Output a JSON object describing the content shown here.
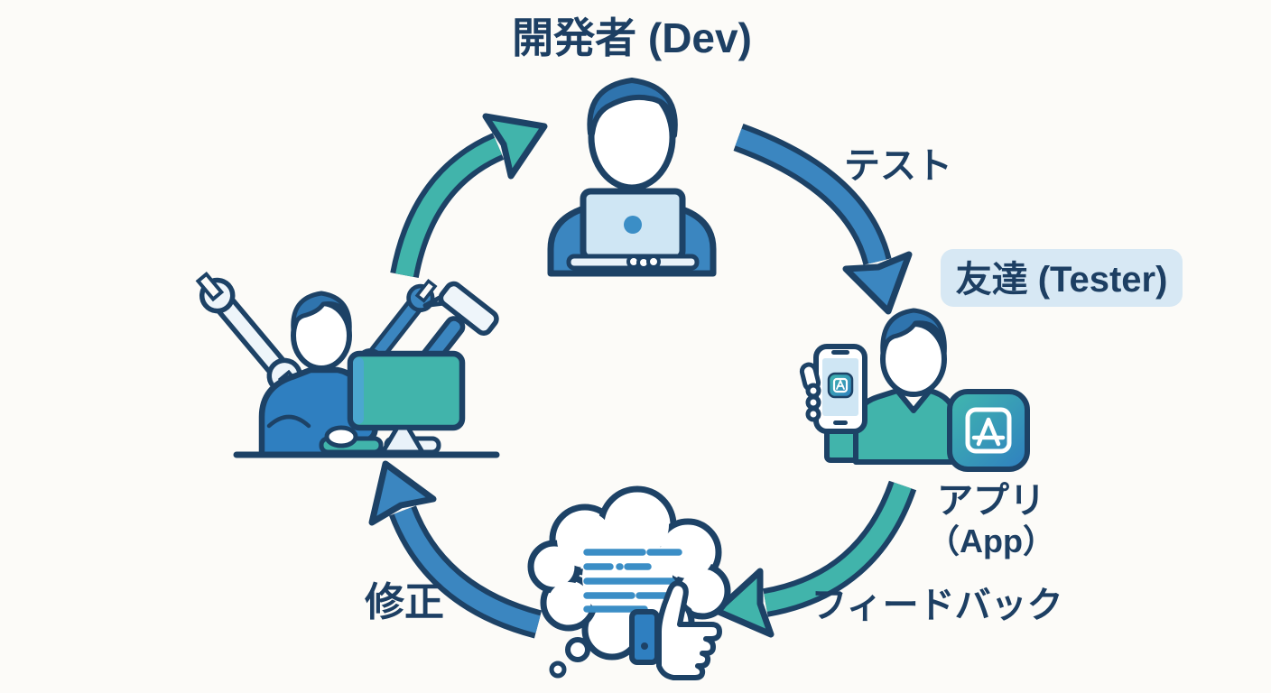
{
  "diagram": {
    "title": "開発者 (Dev)",
    "nodes": {
      "developer": {
        "label": "開発者 (Dev)",
        "icon": "person-with-laptop-icon"
      },
      "tester": {
        "label": "友達 (Tester)",
        "icon": "person-with-phone-icon"
      },
      "app": {
        "label_line1": "アプリ",
        "label_line2": "（App）",
        "icon": "app-store-icon"
      },
      "feedback_bubble": {
        "icon": "thought-bubble-thumbs-up-icon"
      },
      "fixing_dev": {
        "icon": "person-fixing-at-computer-icon"
      }
    },
    "arrows": {
      "test": {
        "label": "テスト",
        "color": "#3b86c0",
        "from": "developer",
        "to": "tester"
      },
      "feedback": {
        "label": "フィードバック",
        "color": "#41b4ab",
        "from": "tester",
        "to": "feedback_bubble"
      },
      "fix": {
        "label": "修正",
        "color": "#3b86c0",
        "from": "feedback_bubble",
        "to": "fixing_dev"
      },
      "redeploy": {
        "label": "",
        "color": "#41b4ab",
        "from": "fixing_dev",
        "to": "developer"
      }
    },
    "colors": {
      "background": "#fcfbf8",
      "outline_navy": "#1d4266",
      "text_navy": "#1d3f63",
      "blue": "#3b86c0",
      "teal": "#41b4ab",
      "hair_blue": "#2f74ae",
      "screen_light_blue": "#cfe6f4",
      "pale": "#e9f2f9",
      "tester_badge_bg": "#d7e8f4",
      "bubble_line_blue": "#3b8ec6"
    }
  }
}
